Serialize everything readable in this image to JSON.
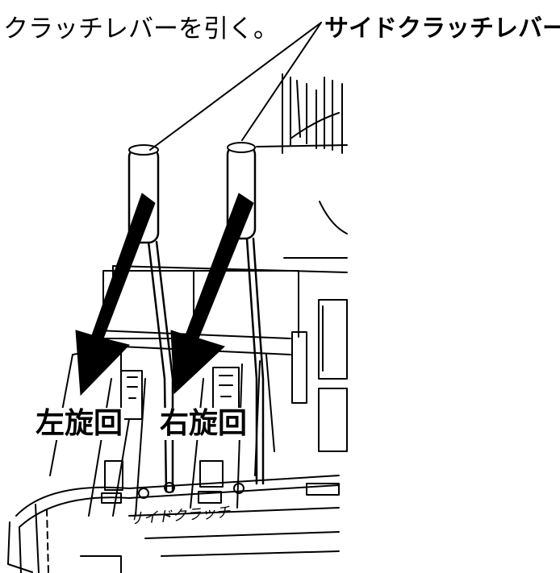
{
  "instruction": "クラッチレバーを引く。",
  "callout_label": "サイドクラッチレバー",
  "turn_left_label": "左旋回",
  "turn_right_label": "右旋回",
  "panel_text": "サイドクラッチ",
  "arrow_color": "#000000",
  "icons": [
    "lever-knob-icon",
    "pull-arrow-icon"
  ]
}
